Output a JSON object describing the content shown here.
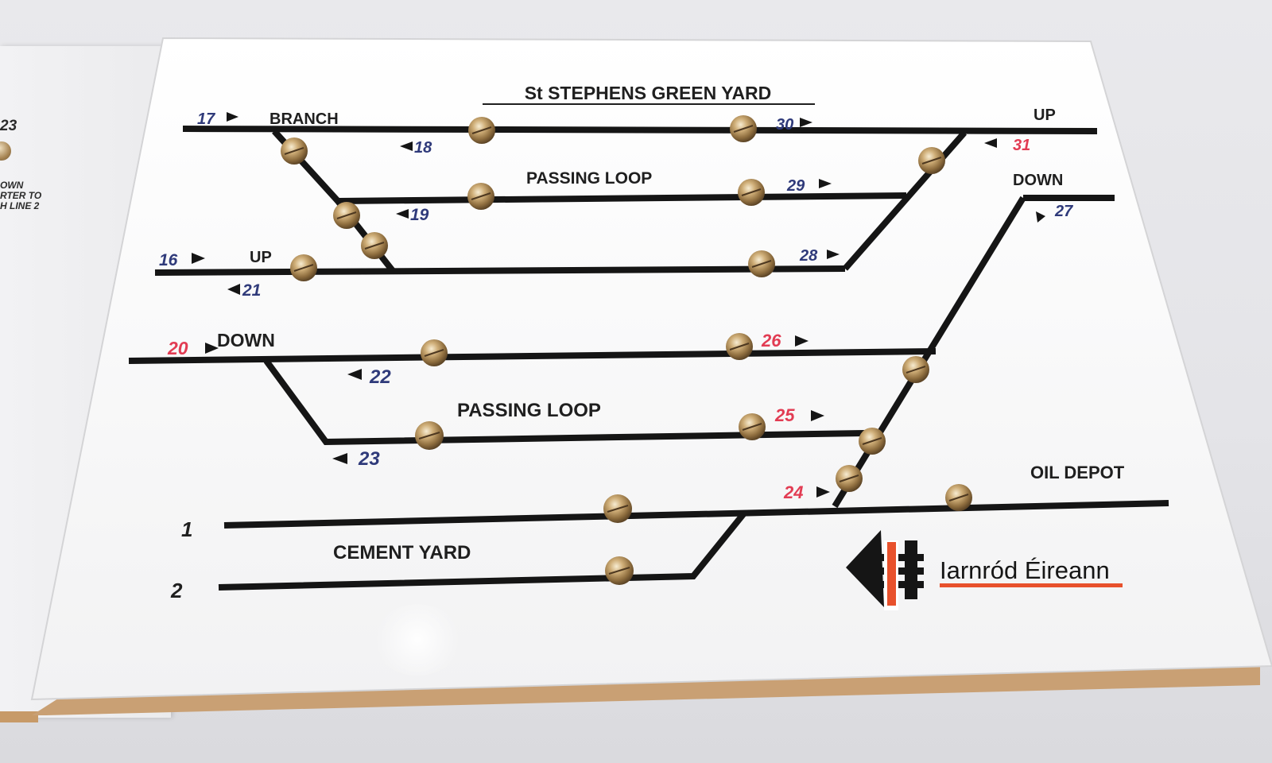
{
  "title": "St STEPHENS GREEN YARD",
  "track_labels": {
    "branch": "BRANCH",
    "up_top": "UP",
    "down_top": "DOWN",
    "up_mid": "UP",
    "down_mid": "DOWN",
    "passing_loop_upper": "PASSING LOOP",
    "passing_loop_lower": "PASSING LOOP",
    "oil_depot": "OIL DEPOT",
    "cement_yard": "CEMENT YARD",
    "siding_1": "1",
    "siding_2": "2"
  },
  "signals": {
    "s16": "16",
    "s17": "17",
    "s18": "18",
    "s19": "19",
    "s20": "20",
    "s21": "21",
    "s22": "22",
    "s23": "23",
    "s24": "24",
    "s25": "25",
    "s26": "26",
    "s27": "27",
    "s28": "28",
    "s29": "29",
    "s30": "30",
    "s31": "31"
  },
  "left_panel": {
    "number": "23",
    "line1": "OWN",
    "line2": "RTER TO",
    "line3": "H LINE 2"
  },
  "logo": {
    "text": "Iarnród Éireann"
  },
  "colors": {
    "board": "#fbfbfb",
    "track": "#151515",
    "signal_blue": "#2f3a7a",
    "signal_red": "#e23c53",
    "brass": "#b9915a",
    "logo_orange": "#e8512c"
  }
}
